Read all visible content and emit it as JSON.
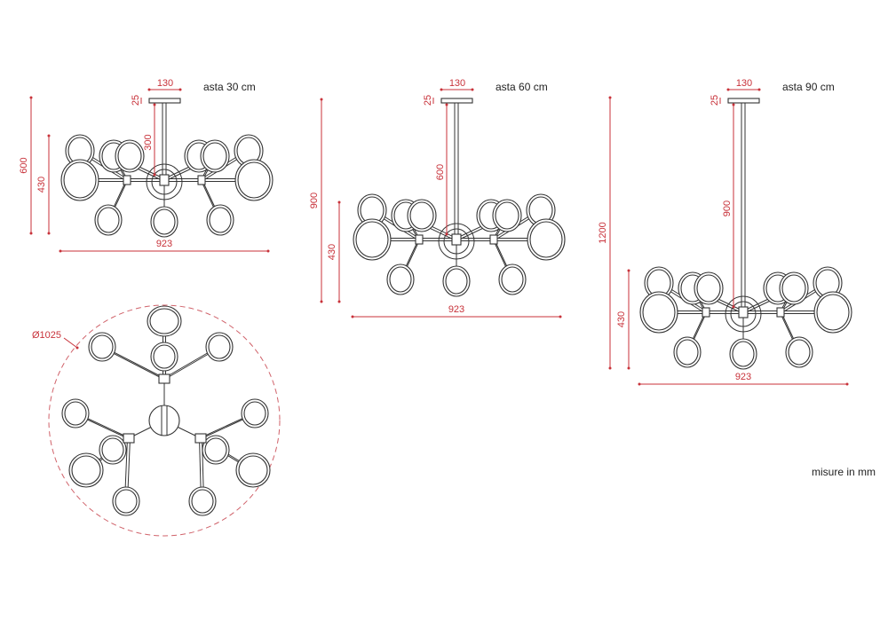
{
  "colors": {
    "dimension": "#c8323a",
    "drawing": "#333333"
  },
  "side_views": [
    {
      "asta_label": "asta 30 cm",
      "canopy_width": "130",
      "canopy_height": "25",
      "rod_length": "300",
      "total_height": "600",
      "body_height": "430",
      "width": "923"
    },
    {
      "asta_label": "asta 60 cm",
      "canopy_width": "130",
      "canopy_height": "25",
      "rod_length": "600",
      "total_height": "900",
      "body_height": "430",
      "width": "923"
    },
    {
      "asta_label": "asta 90 cm",
      "canopy_width": "130",
      "canopy_height": "25",
      "rod_length": "900",
      "total_height": "1200",
      "body_height": "430",
      "width": "923"
    }
  ],
  "top_view": {
    "diameter_label": "Ø1025"
  },
  "units_note": "misure in mm"
}
